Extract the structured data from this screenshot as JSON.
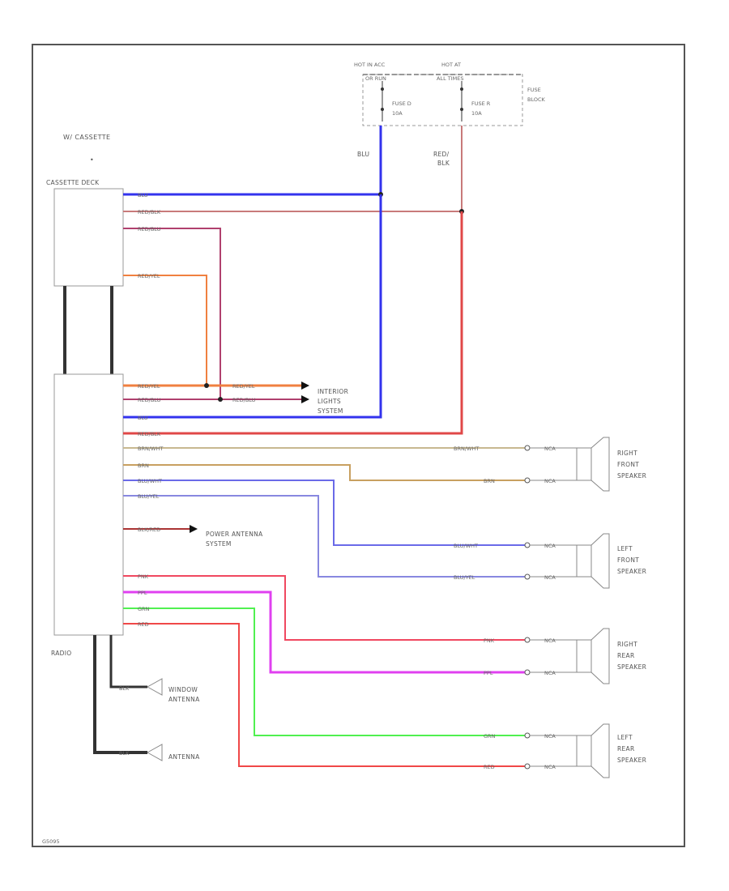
{
  "fuse_block": {
    "hot_left": "HOT IN ACC",
    "hot_left_sub": "OR RUN",
    "hot_right": "HOT AT",
    "hot_right_sub": "ALL TIMES",
    "fuse_left": "FUSE D",
    "fuse_left_amp": "10A",
    "fuse_right": "FUSE R",
    "fuse_right_amp": "10A",
    "label": "FUSE",
    "label_sub": "BLOCK"
  },
  "feed_wires": {
    "blu": "BLU",
    "red_blk": "RED/",
    "red_blk_sub": "BLK"
  },
  "cassette": {
    "title": "W/ CASSETTE",
    "bullet": "•",
    "name": "CASSETTE DECK",
    "wires": [
      "BLU",
      "RED/BLK",
      "RED/BLU",
      "RED/YEL"
    ]
  },
  "radio": {
    "name": "RADIO",
    "wires": [
      "RED/YEL",
      "RED/BLU",
      "BLU",
      "RED/BLK",
      "BRN/WHT",
      "BRN",
      "BLU/WHT",
      "BLU/YEL",
      "BLK/RED",
      "PNK",
      "PPL",
      "GRN",
      "RED"
    ]
  },
  "interior": {
    "w1": "RED/YEL",
    "w2": "RED/BLU",
    "label1": "INTERIOR",
    "label2": "LIGHTS",
    "label3": "SYSTEM"
  },
  "power_antenna": {
    "label1": "POWER ANTENNA",
    "label2": "SYSTEM"
  },
  "antennas": {
    "window_wire": "BLK",
    "window_label1": "WINDOW",
    "window_label2": "ANTENNA",
    "antenna_wire": "BLK",
    "antenna_label": "ANTENNA"
  },
  "speakers": [
    {
      "name1": "RIGHT",
      "name2": "FRONT",
      "name3": "SPEAKER",
      "w1": "BRN/WHT",
      "w2": "BRN",
      "term": "NCA"
    },
    {
      "name1": "LEFT",
      "name2": "FRONT",
      "name3": "SPEAKER",
      "w1": "BLU/WHT",
      "w2": "BLU/YEL",
      "term": "NCA"
    },
    {
      "name1": "RIGHT",
      "name2": "REAR",
      "name3": "SPEAKER",
      "w1": "PNK",
      "w2": "PPL",
      "term": "NCA"
    },
    {
      "name1": "LEFT",
      "name2": "REAR",
      "name3": "SPEAKER",
      "w1": "GRN",
      "w2": "RED",
      "term": "NCA"
    }
  ],
  "footer_code": "G5095",
  "colors": {
    "blu": "#3333ee",
    "red": "#e04848",
    "redblk": "#c87a7a",
    "redblu": "#b0406e",
    "redyel": "#f08040",
    "brnwht": "#c8b890",
    "brn": "#c8a060",
    "bluwht": "#6a6ae8",
    "bluyel": "#8888e0",
    "blkred": "#aa3333",
    "pnk": "#f04860",
    "ppl": "#e040f0",
    "grn": "#50f050",
    "blk": "#333333"
  }
}
